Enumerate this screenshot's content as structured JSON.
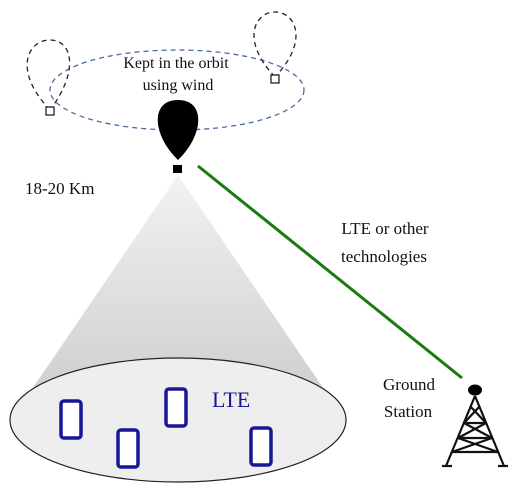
{
  "labels": {
    "orbit_line1": "Kept in the orbit",
    "orbit_line2": "using wind",
    "altitude": "18-20 Km",
    "link_line1": "LTE or other",
    "link_line2": "technologies",
    "coverage": "LTE",
    "ground_line1": "Ground",
    "ground_line2": "Station"
  },
  "icons": {
    "balloon": "balloon-icon",
    "payload": "payload-box-icon",
    "phone": "smartphone-icon",
    "tower": "radio-tower-icon"
  },
  "colors": {
    "orbit_ellipse": "#4a6aa5",
    "link": "#1a7a0f",
    "phone": "#17179a",
    "coverage_cone": "#d9d9d9",
    "balloon": "#000000"
  }
}
